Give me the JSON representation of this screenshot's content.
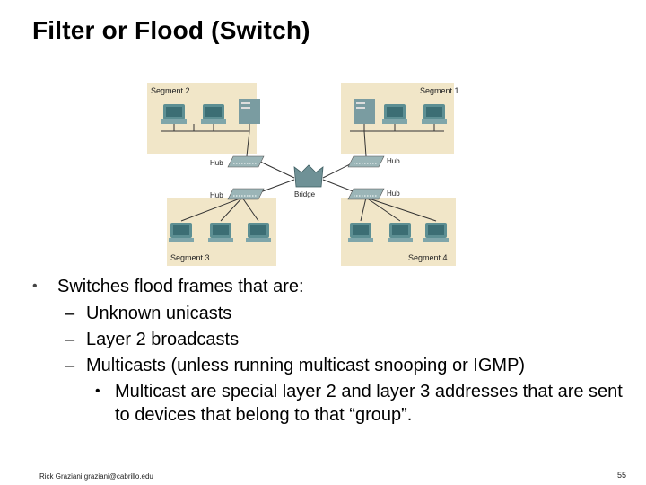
{
  "title": "Filter or Flood (Switch)",
  "diagram": {
    "segments": [
      "Segment 2",
      "Segment 1",
      "Segment 3",
      "Segment 4"
    ],
    "hub_label": "Hub",
    "bridge_label": "Bridge",
    "colors": {
      "segment_bg": "#f1e6c8",
      "computer": "#5d8f93",
      "screen": "#3c6e74",
      "hub": "#9bb5b7",
      "server": "#7a9ca1"
    }
  },
  "bullets": {
    "main": "Switches flood frames that are:",
    "subs": [
      "Unknown unicasts",
      "Layer 2 broadcasts",
      "Multicasts (unless running multicast snooping or IGMP)"
    ],
    "sub_mark": "–",
    "sub_sub": "Multicast are special layer 2 and layer 3 addresses that are sent to devices that belong to that “group”."
  },
  "footer": {
    "author": "Rick Graziani  graziani@cabrillo.edu",
    "page": "55"
  }
}
